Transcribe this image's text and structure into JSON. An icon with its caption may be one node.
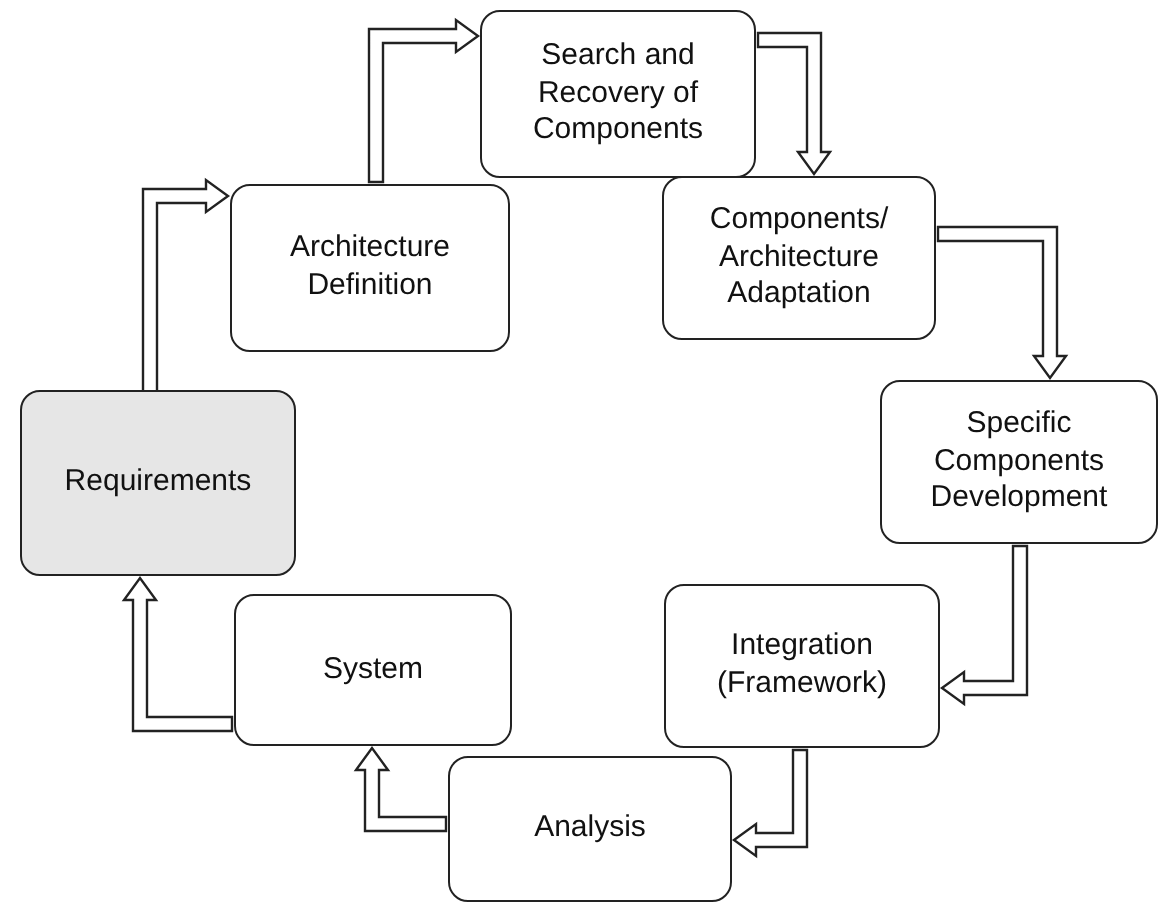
{
  "diagram": {
    "nodes": [
      {
        "text": [
          "Requirements"
        ]
      },
      {
        "text": [
          "Architecture Definition"
        ]
      },
      {
        "text": [
          "Search and Recovery of Components"
        ]
      },
      {
        "text": [
          "Components/ Architecture Adaptation"
        ]
      },
      {
        "text": [
          "Specific Components Development"
        ]
      },
      {
        "text": [
          "Integration (Framework)"
        ]
      },
      {
        "text": [
          "Analysis"
        ]
      },
      {
        "text": [
          "System"
        ]
      }
    ],
    "edges": [
      {
        "from": 0,
        "to": 1,
        "arrow": "to"
      },
      {
        "from": 1,
        "to": 2,
        "arrow": "to"
      },
      {
        "from": 2,
        "to": 3,
        "arrow": "to"
      },
      {
        "from": 3,
        "to": 4,
        "arrow": "to"
      },
      {
        "from": 4,
        "to": 5,
        "arrow": "to"
      },
      {
        "from": 5,
        "to": 6,
        "arrow": "to"
      },
      {
        "from": 6,
        "to": 7,
        "arrow": "to"
      },
      {
        "from": 7,
        "to": 0,
        "arrow": "to"
      }
    ]
  }
}
